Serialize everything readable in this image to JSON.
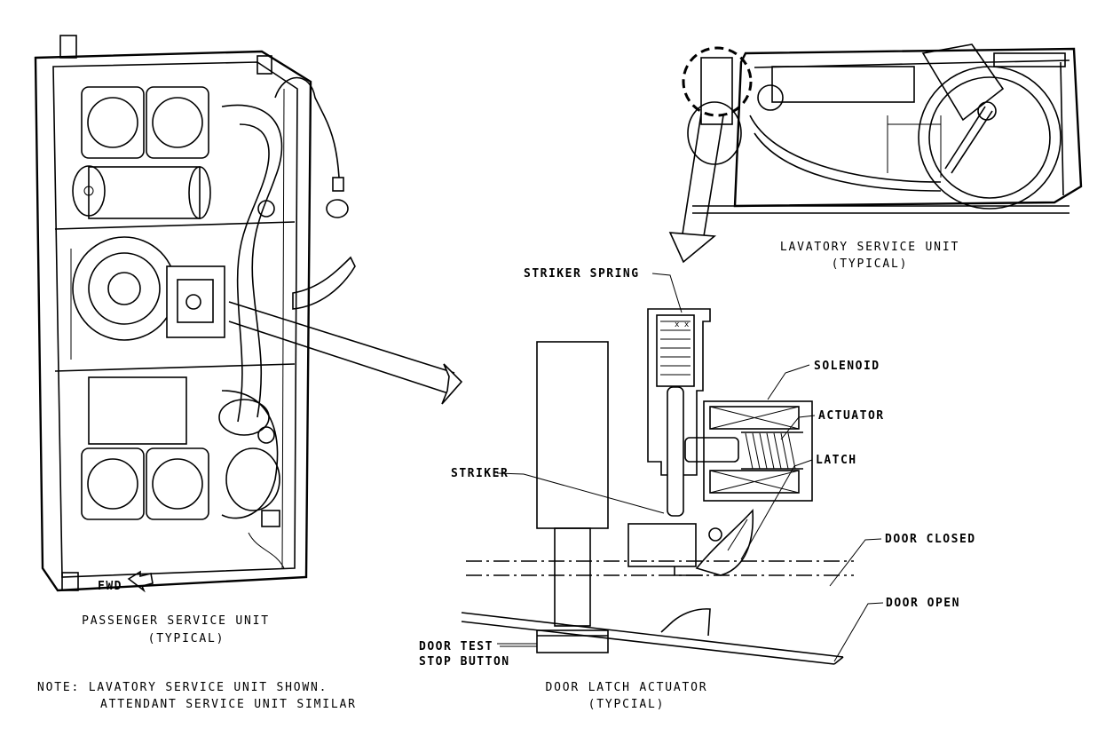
{
  "psu": {
    "fwd_label": "FWD",
    "caption_line1": "PASSENGER SERVICE UNIT",
    "caption_line2": "(TYPICAL)"
  },
  "lsu": {
    "caption_line1": "LAVATORY SERVICE UNIT",
    "caption_line2": "(TYPICAL)"
  },
  "actuator": {
    "labels": {
      "striker_spring": "STRIKER SPRING",
      "solenoid": "SOLENOID",
      "actuator": "ACTUATOR",
      "striker": "STRIKER",
      "latch": "LATCH",
      "door_closed": "DOOR CLOSED",
      "door_open": "DOOR OPEN",
      "door_test_line1": "DOOR TEST",
      "door_test_line2": "STOP BUTTON"
    },
    "caption_line1": "DOOR LATCH ACTUATOR",
    "caption_line2": "(TYPCIAL)"
  },
  "note": {
    "line1": "NOTE: LAVATORY SERVICE UNIT SHOWN.",
    "line2": "ATTENDANT SERVICE UNIT SIMILAR"
  }
}
